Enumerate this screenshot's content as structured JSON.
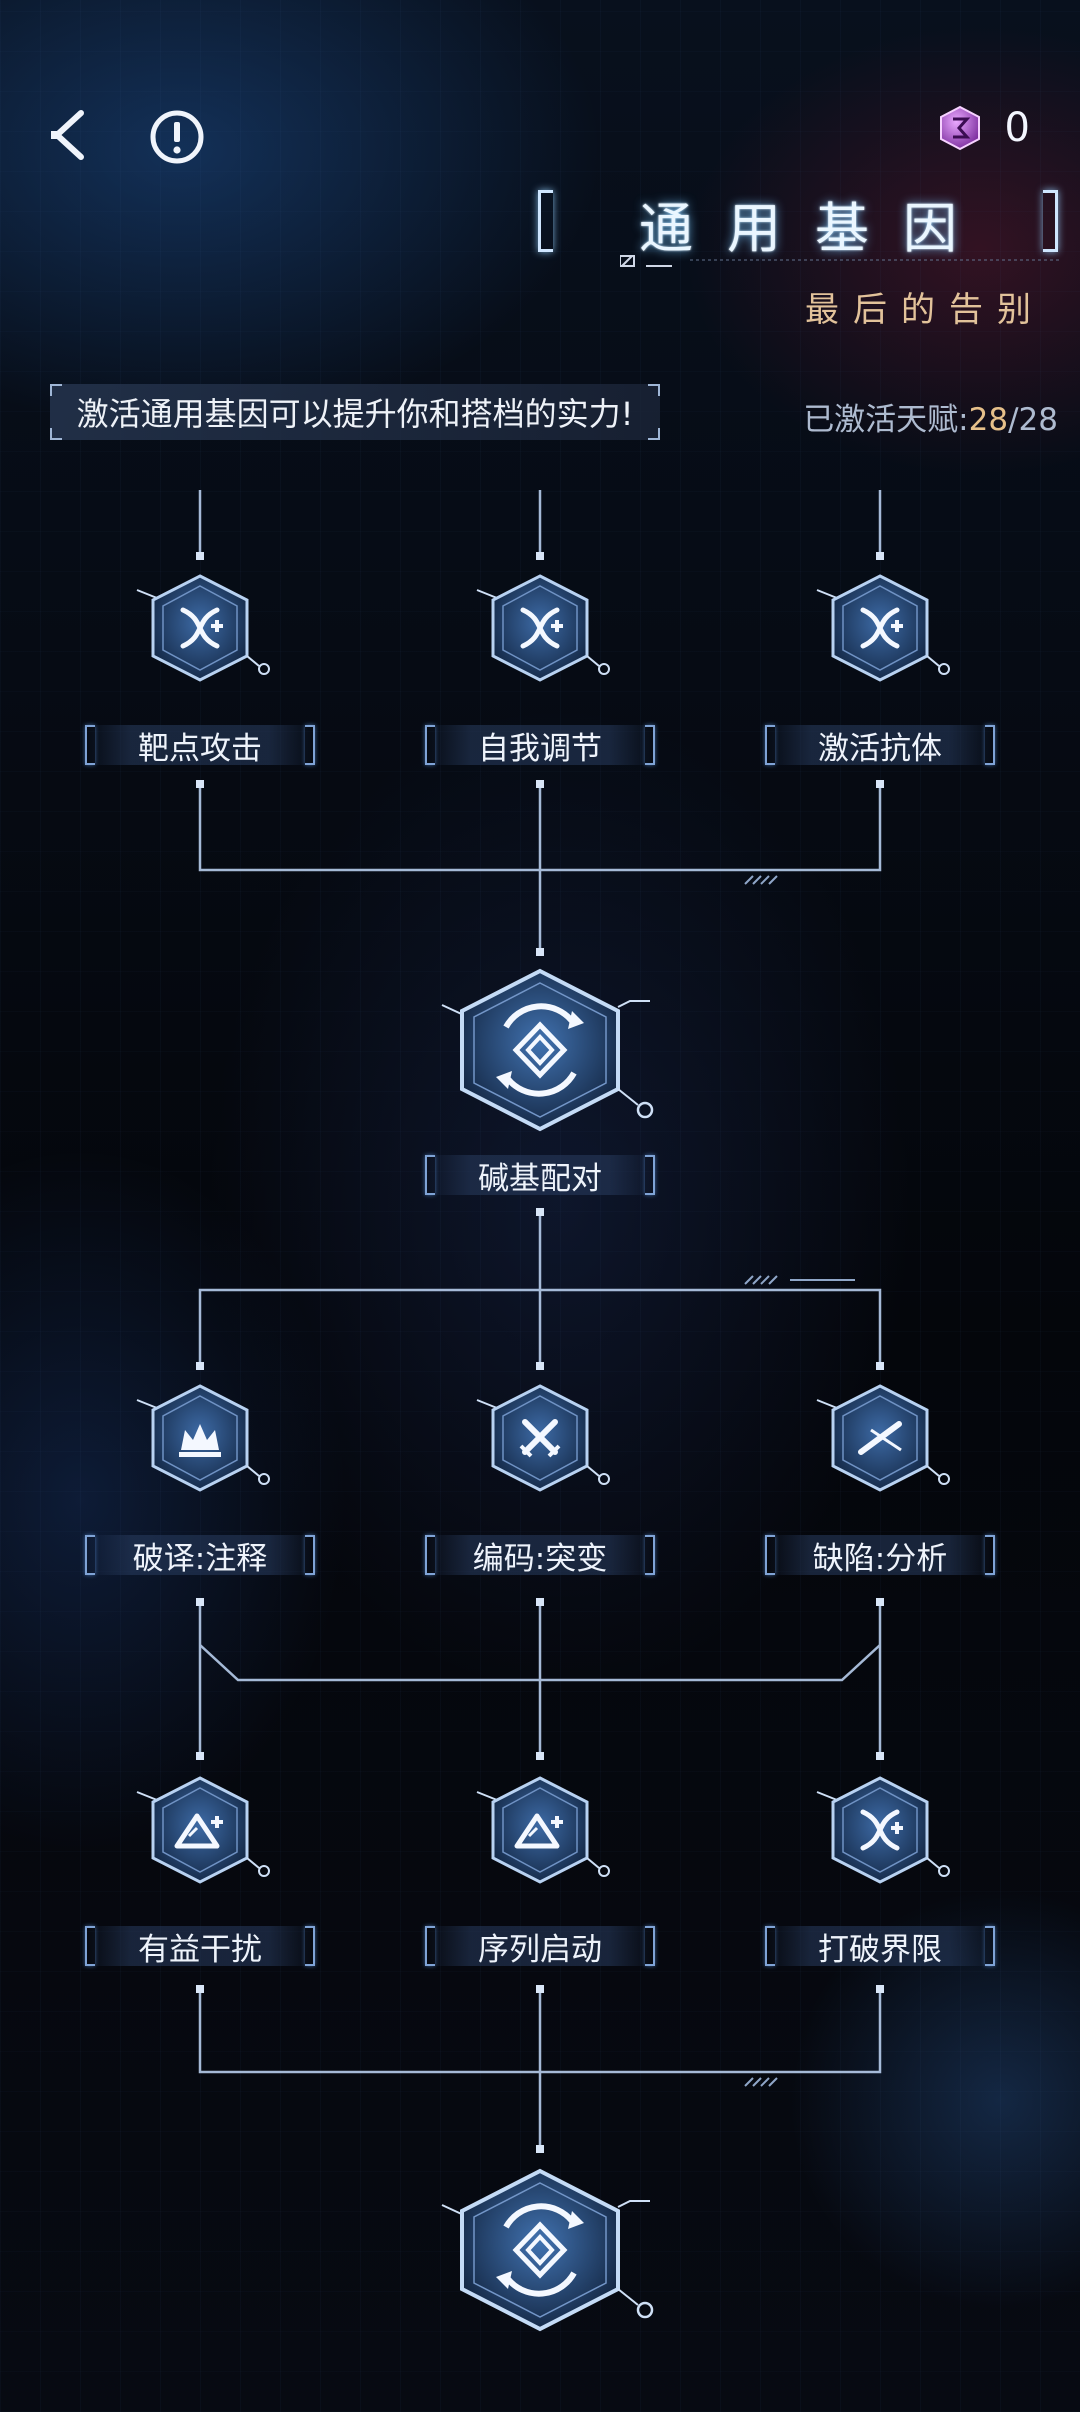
{
  "header": {
    "back_icon": "chevron-left-icon",
    "info_icon": "exclamation-circle-icon",
    "currency_icon": "gem-icon",
    "currency_count": "0",
    "title": "通用基因",
    "subtitle": "最后的告别"
  },
  "description": "激活通用基因可以提升你和搭档的实力!",
  "activated": {
    "label": "已激活天赋:",
    "current": "28",
    "separator": "/",
    "total": "28"
  },
  "nodes": [
    {
      "id": "n1",
      "label": "靶点攻击",
      "icon": "dna-helix-icon"
    },
    {
      "id": "n2",
      "label": "自我调节",
      "icon": "dna-helix-icon"
    },
    {
      "id": "n3",
      "label": "激活抗体",
      "icon": "dna-helix-icon"
    },
    {
      "id": "n4",
      "label": "碱基配对",
      "icon": "base-pair-cycle-icon"
    },
    {
      "id": "n5",
      "label": "破译:注释",
      "icon": "crown-burst-icon"
    },
    {
      "id": "n6",
      "label": "编码:突变",
      "icon": "crossed-swords-icon"
    },
    {
      "id": "n7",
      "label": "缺陷:分析",
      "icon": "broken-sword-icon"
    },
    {
      "id": "n8",
      "label": "有益干扰",
      "icon": "mountain-plus-icon"
    },
    {
      "id": "n9",
      "label": "序列启动",
      "icon": "mountain-plus-icon"
    },
    {
      "id": "n10",
      "label": "打破界限",
      "icon": "dna-helix-icon"
    },
    {
      "id": "n11",
      "label": "",
      "icon": "base-pair-cycle-icon"
    }
  ]
}
